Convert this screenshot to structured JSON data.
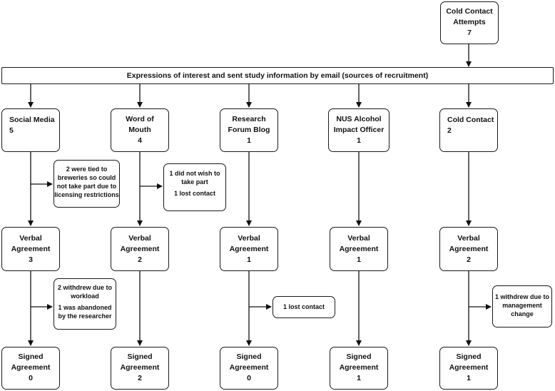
{
  "top": {
    "line1": "Cold Contact",
    "line2": "Attempts",
    "count": "7"
  },
  "banner": "Expressions of interest and sent study information by email (sources of recruitment)",
  "sources": [
    {
      "line1": "Social Media",
      "line2": "",
      "count": "5"
    },
    {
      "line1": "Word of",
      "line2": "Mouth",
      "count": "4"
    },
    {
      "line1": "Research",
      "line2": "Forum Blog",
      "count": "1"
    },
    {
      "line1": "NUS Alcohol",
      "line2": "Impact Officer",
      "count": "1"
    },
    {
      "line1": "Cold Contact",
      "line2": "",
      "count": "2"
    }
  ],
  "verbal": [
    {
      "line1": "Verbal",
      "line2": "Agreement",
      "count": "3"
    },
    {
      "line1": "Verbal",
      "line2": "Agreement",
      "count": "2"
    },
    {
      "line1": "Verbal",
      "line2": "Agreement",
      "count": "1"
    },
    {
      "line1": "Verbal",
      "line2": "Agreement",
      "count": "1"
    },
    {
      "line1": "Verbal",
      "line2": "Agreement",
      "count": "2"
    }
  ],
  "signed": [
    {
      "line1": "Signed",
      "line2": "Agreement",
      "count": "0"
    },
    {
      "line1": "Signed",
      "line2": "Agreement",
      "count": "2"
    },
    {
      "line1": "Signed",
      "line2": "Agreement",
      "count": "0"
    },
    {
      "line1": "Signed",
      "line2": "Agreement",
      "count": "1"
    },
    {
      "line1": "Signed",
      "line2": "Agreement",
      "count": "1"
    }
  ],
  "exclusions_stage1": {
    "social_media": {
      "l1": "2 were tied to",
      "l2": "breweries  so could",
      "l3": "not take part  due to",
      "l4": "licensing restrictions"
    },
    "word_of_mouth": {
      "l1": "1 did not wish to",
      "l2": "take part",
      "l3": "1 lost contact"
    }
  },
  "exclusions_stage2": {
    "social_media": {
      "l1": "2 withdrew  due to",
      "l2": "workload",
      "l3": "1 was abandoned",
      "l4": "by the researcher"
    },
    "research_forum": {
      "l1": "1 lost contact"
    },
    "cold_contact": {
      "l1": "1 withdrew due to",
      "l2": "management",
      "l3": "change"
    }
  }
}
